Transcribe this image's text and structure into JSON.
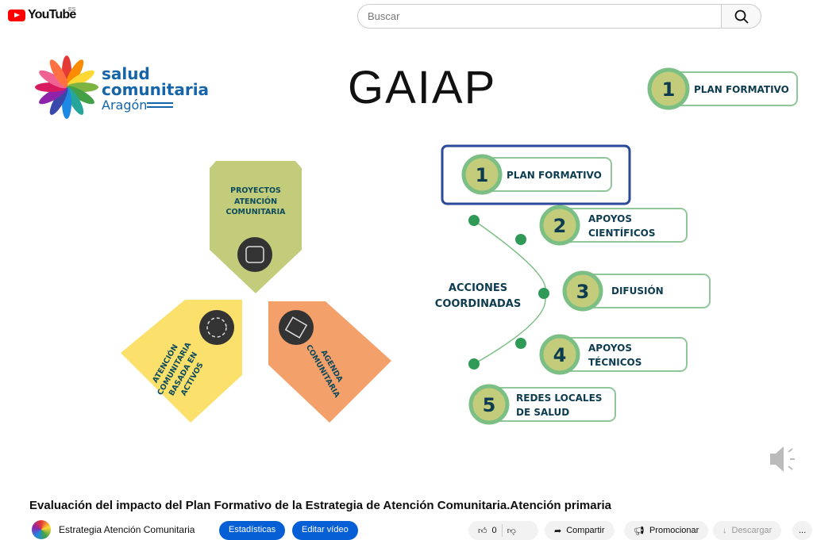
{
  "header": {
    "logo_text": "YouTube",
    "region": "ES",
    "search_placeholder": "Buscar"
  },
  "slide": {
    "brand_logo": {
      "line1": "salud",
      "line2": "comunitaria",
      "line3": "Aragón"
    },
    "gaiap_logo": "GAIAP",
    "top_badge": {
      "number": "1",
      "label": "PLAN FORMATIVO"
    },
    "pentagons": [
      {
        "lines": [
          "PROYECTOS",
          "ATENCIÓN",
          "COMUNITARIA"
        ],
        "color": "#c3cc7a"
      },
      {
        "lines": [
          "ATENCIÓN",
          "COMUNITARIA",
          "BASADA EN",
          "ACTIVOS"
        ],
        "color": "#fbe06c"
      },
      {
        "lines": [
          "AGENDA",
          "COMUNITARIA"
        ],
        "color": "#f4a06a"
      }
    ],
    "center_label": [
      "ACCIONES",
      "COORDINADAS"
    ],
    "actions": [
      {
        "number": "1",
        "lines": [
          "PLAN FORMATIVO"
        ]
      },
      {
        "number": "2",
        "lines": [
          "APOYOS",
          "CIENTÍFICOS"
        ]
      },
      {
        "number": "3",
        "lines": [
          "DIFUSIÓN"
        ]
      },
      {
        "number": "4",
        "lines": [
          "APOYOS",
          "TÉCNICOS"
        ]
      },
      {
        "number": "5",
        "lines": [
          "REDES LOCALES",
          "DE SALUD"
        ]
      }
    ]
  },
  "video": {
    "title": "Evaluación del impacto del Plan Formativo de la Estrategia de Atención Comunitaria.Atención primaria",
    "channel": "Estrategia Atención Comunitaria",
    "buttons": {
      "stats": "Estadísticas",
      "edit": "Editar vídeo",
      "likes": "0",
      "share": "Compartir",
      "promote": "Promocionar",
      "download": "Descargar",
      "more": "..."
    }
  }
}
